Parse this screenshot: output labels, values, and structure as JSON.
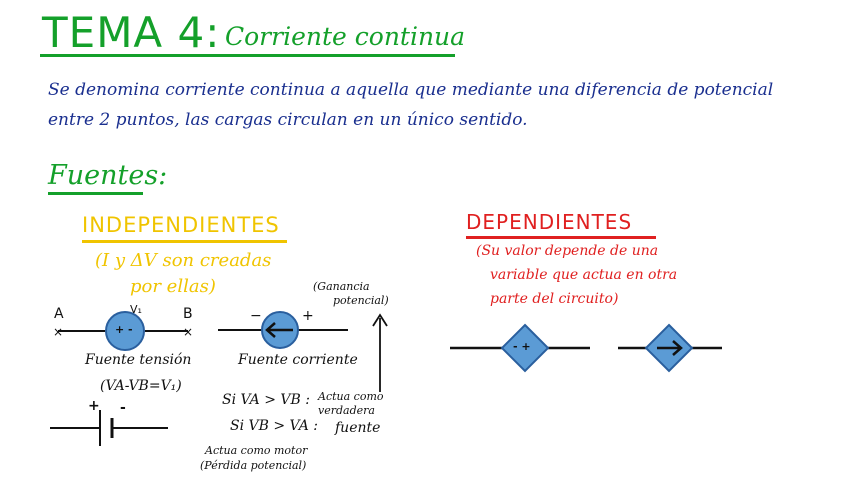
{
  "title": {
    "main": "TEMA 4:",
    "sub": "Corriente continua"
  },
  "intro": {
    "line1": "Se denomina corriente continua a aquella que mediante una diferencia de potencial",
    "line2": "entre 2 puntos, las cargas circulan en un único sentido."
  },
  "fuentes_heading": "Fuentes:",
  "independientes": {
    "heading": "INDEPENDIENTES",
    "note_line1": "(I y ΔV son creadas",
    "note_line2": "por ellas)",
    "voltage_source": {
      "node_a": "A",
      "node_b": "B",
      "v_label": "V₁",
      "polarity": "+ -",
      "label": "Fuente tensión",
      "equation": "(VA-VB=V₁)"
    },
    "battery_polarity_plus": "+",
    "battery_polarity_minus": "-",
    "current_source": {
      "minus": "−",
      "plus": "+",
      "label": "Fuente corriente"
    },
    "gain_note_line1": "(Ganancia",
    "gain_note_line2": "potencial)",
    "case1_condition": "Si VA > VB :",
    "case1_result_line1": "Actua como",
    "case1_result_line2": "verdadera",
    "case2_condition": "Si VB > VA :",
    "case2_result": "fuente",
    "motor_note_line1": "Actua como motor",
    "motor_note_line2": "(Pérdida potencial)"
  },
  "dependientes": {
    "heading": "DEPENDIENTES",
    "note_line1": "(Su valor depende de una",
    "note_line2": "variable que actua en otra",
    "note_line3": "parte del circuito)",
    "voltage_symbol": "- +"
  },
  "colors": {
    "green": "#14a02a",
    "blue": "#1a2f8f",
    "yellow": "#f0c400",
    "red": "#e02020",
    "source_fill": "#5b9bd5"
  }
}
